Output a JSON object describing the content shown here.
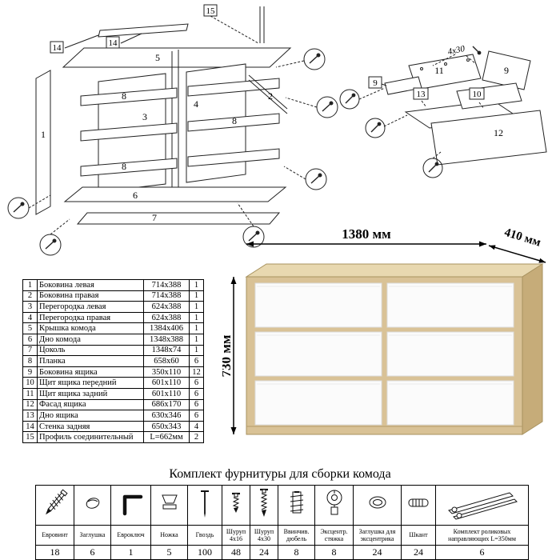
{
  "dimensions": {
    "width": "1380 мм",
    "depth": "410 мм",
    "height": "730 мм"
  },
  "diagrams": {
    "exploded": {
      "callouts": [
        "15",
        "14",
        "14",
        "5",
        "3",
        "4",
        "2",
        "8",
        "8",
        "8",
        "1",
        "6",
        "7"
      ]
    },
    "drawer": {
      "callouts": [
        "11",
        "9",
        "9",
        "13",
        "10",
        "12"
      ],
      "screw_label": "4x30"
    }
  },
  "parts_table": {
    "rows": [
      {
        "num": "1",
        "name": "Боковина левая",
        "size": "714x388",
        "qty": "1"
      },
      {
        "num": "2",
        "name": "Боковина правая",
        "size": "714x388",
        "qty": "1"
      },
      {
        "num": "3",
        "name": "Перегородка левая",
        "size": "624x388",
        "qty": "1"
      },
      {
        "num": "4",
        "name": "Перегородка правая",
        "size": "624x388",
        "qty": "1"
      },
      {
        "num": "5",
        "name": "Крышка комода",
        "size": "1384x406",
        "qty": "1"
      },
      {
        "num": "6",
        "name": "Дно комода",
        "size": "1348x388",
        "qty": "1"
      },
      {
        "num": "7",
        "name": "Цоколь",
        "size": "1348x74",
        "qty": "1"
      },
      {
        "num": "8",
        "name": "Планка",
        "size": "658x60",
        "qty": "6"
      },
      {
        "num": "9",
        "name": "Боковина ящика",
        "size": "350x110",
        "qty": "12"
      },
      {
        "num": "10",
        "name": "Щит ящика передний",
        "size": "601x110",
        "qty": "6"
      },
      {
        "num": "11",
        "name": "Щит ящика задний",
        "size": "601x110",
        "qty": "6"
      },
      {
        "num": "12",
        "name": "Фасад ящика",
        "size": "686x170",
        "qty": "6"
      },
      {
        "num": "13",
        "name": "Дно ящика",
        "size": "630x346",
        "qty": "6"
      },
      {
        "num": "14",
        "name": "Стенка задняя",
        "size": "650x343",
        "qty": "4"
      },
      {
        "num": "15",
        "name": "Профиль соединительный",
        "size": "L=662мм",
        "qty": "2"
      }
    ]
  },
  "hardware": {
    "title": "Комплект фурнитуры для сборки комода",
    "items": [
      {
        "icon": "euroscrew-icon",
        "name": "Евровинт",
        "qty": "18"
      },
      {
        "icon": "plug-icon",
        "name": "Заглушка",
        "qty": "6"
      },
      {
        "icon": "hexkey-icon",
        "name": "Евроключ",
        "qty": "1"
      },
      {
        "icon": "leg-icon",
        "name": "Ножка",
        "qty": "5"
      },
      {
        "icon": "nail-icon",
        "name": "Гвоздь",
        "qty": "100"
      },
      {
        "icon": "screw-4x16-icon",
        "name": "Шуруп 4x16",
        "qty": "48"
      },
      {
        "icon": "screw-4x30-icon",
        "name": "Шуруп 4x30",
        "qty": "24"
      },
      {
        "icon": "dowel-icon",
        "name": "Ввинчив. дюбель",
        "qty": "8"
      },
      {
        "icon": "cam-lock-icon",
        "name": "Эксцентр. стяжка",
        "qty": "8"
      },
      {
        "icon": "cam-plug-icon",
        "name": "Заглушка для эксцентрика",
        "qty": "24"
      },
      {
        "icon": "pin-icon",
        "name": "Шкант",
        "qty": "24"
      },
      {
        "icon": "rails-icon",
        "name": "Комплект роликовых направляющих L=350мм",
        "qty": "6"
      }
    ]
  }
}
